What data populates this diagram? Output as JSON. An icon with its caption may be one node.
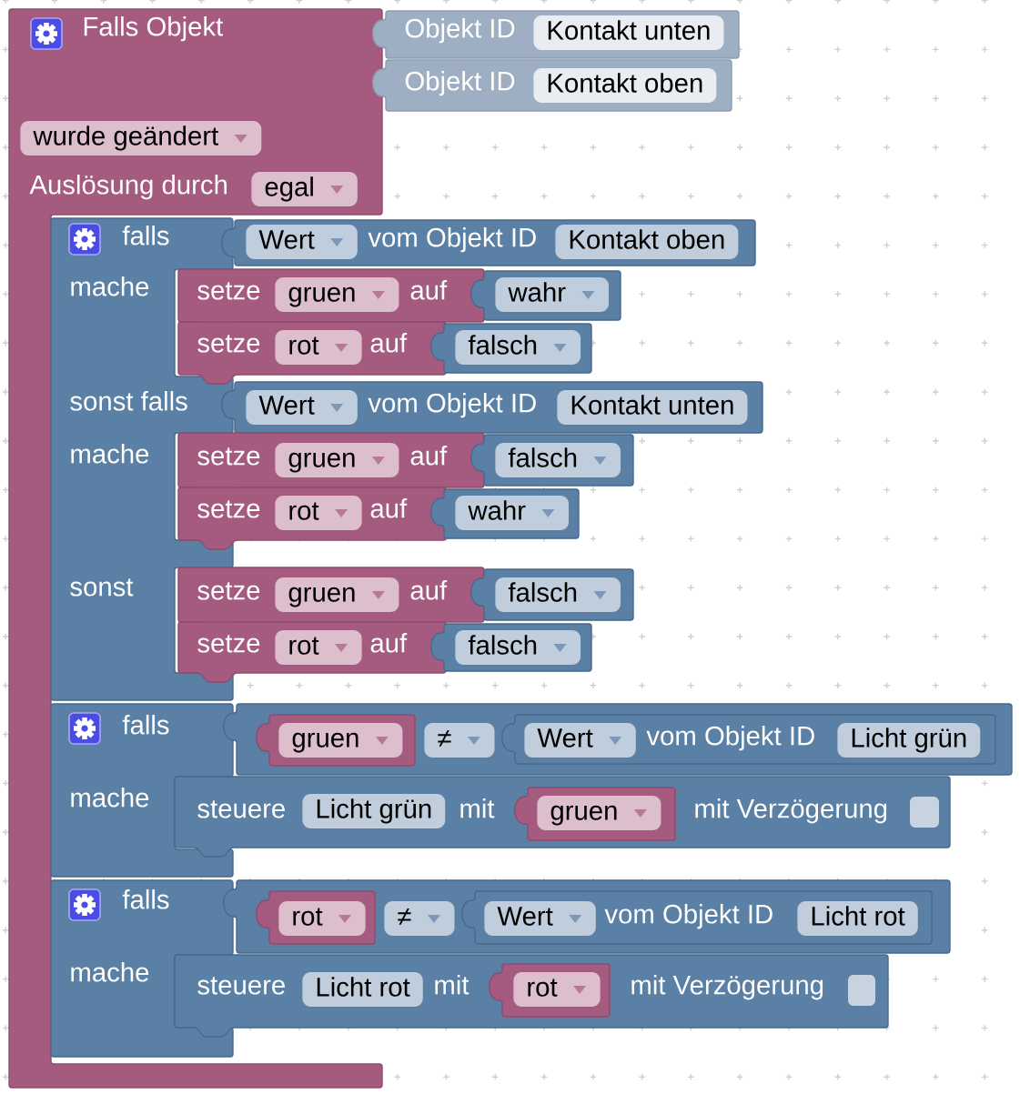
{
  "diagram": {
    "nodes": [
      {
        "text": [
          "Falls Objekt",
          "Auslösung durch"
        ]
      },
      {
        "text": [
          "Objekt ID"
        ]
      },
      {
        "text": [
          "Kontakt unten"
        ],
        "in": 1
      },
      {
        "text": [
          "Objekt ID"
        ]
      },
      {
        "text": [
          "Kontakt oben"
        ],
        "in": 3
      },
      {
        "text": [
          "wurde geändert"
        ],
        "in": 0
      },
      {
        "text": [
          "egal"
        ],
        "in": 0
      },
      {
        "text": [
          "falls",
          "mache",
          "sonst falls",
          "mache",
          "sonst"
        ],
        "in": 0
      },
      {
        "text": [
          "vom Objekt ID"
        ]
      },
      {
        "text": [
          "Wert"
        ],
        "in": 8
      },
      {
        "text": [
          "Kontakt oben"
        ],
        "in": 8
      },
      {
        "text": [
          "setze",
          "auf"
        ]
      },
      {
        "text": [
          "gruen"
        ],
        "in": 11
      },
      {
        "text": [],
        "shape": "box"
      },
      {
        "text": [
          "wahr"
        ],
        "in": 13
      },
      {
        "text": [
          "setze",
          "auf"
        ]
      },
      {
        "text": [
          "rot"
        ],
        "in": 15
      },
      {
        "text": [],
        "shape": "box"
      },
      {
        "text": [
          "falsch"
        ],
        "in": 17
      },
      {
        "text": [
          "vom Objekt ID"
        ]
      },
      {
        "text": [
          "Wert"
        ],
        "in": 19
      },
      {
        "text": [
          "Kontakt unten"
        ],
        "in": 19
      },
      {
        "text": [
          "setze",
          "auf"
        ]
      },
      {
        "text": [
          "gruen"
        ],
        "in": 22
      },
      {
        "text": [],
        "shape": "box"
      },
      {
        "text": [
          "falsch"
        ],
        "in": 24
      },
      {
        "text": [
          "setze",
          "auf"
        ]
      },
      {
        "text": [
          "rot"
        ],
        "in": 26
      },
      {
        "text": [],
        "shape": "box"
      },
      {
        "text": [
          "wahr"
        ],
        "in": 28
      },
      {
        "text": [
          "setze",
          "auf"
        ]
      },
      {
        "text": [
          "gruen"
        ],
        "in": 30
      },
      {
        "text": [],
        "shape": "box"
      },
      {
        "text": [
          "falsch"
        ],
        "in": 32
      },
      {
        "text": [
          "setze",
          "auf"
        ]
      },
      {
        "text": [
          "rot"
        ],
        "in": 34
      },
      {
        "text": [],
        "shape": "box"
      },
      {
        "text": [
          "falsch"
        ],
        "in": 36
      },
      {
        "text": [
          "falls",
          "mache"
        ],
        "in": 0
      },
      {
        "text": [],
        "shape": "box"
      },
      {
        "text": [],
        "shape": "box",
        "in": 39
      },
      {
        "text": [
          "gruen"
        ],
        "in": 40
      },
      {
        "text": [
          "≠"
        ],
        "in": 39
      },
      {
        "text": [
          "vom Objekt ID"
        ],
        "in": 39
      },
      {
        "text": [
          "Wert"
        ],
        "in": 43
      },
      {
        "text": [
          "Licht grün"
        ],
        "in": 43
      },
      {
        "text": [
          "steuere",
          "mit",
          "mit Verzögerung"
        ]
      },
      {
        "text": [
          "Licht grün"
        ],
        "in": 46
      },
      {
        "text": [],
        "shape": "box",
        "in": 46
      },
      {
        "text": [
          "gruen"
        ],
        "in": 48
      },
      {
        "text": [
          "falls",
          "mache"
        ],
        "in": 0
      },
      {
        "text": [],
        "shape": "box"
      },
      {
        "text": [],
        "shape": "box",
        "in": 51
      },
      {
        "text": [
          "rot"
        ],
        "in": 52
      },
      {
        "text": [
          "≠"
        ],
        "in": 51
      },
      {
        "text": [
          "vom Objekt ID"
        ],
        "in": 51
      },
      {
        "text": [
          "Wert"
        ],
        "in": 55
      },
      {
        "text": [
          "Licht rot"
        ],
        "in": 55
      },
      {
        "text": [
          "steuere",
          "mit",
          "mit Verzögerung"
        ]
      },
      {
        "text": [
          "Licht rot"
        ],
        "in": 58
      },
      {
        "text": [],
        "shape": "box",
        "in": 58
      },
      {
        "text": [
          "rot"
        ],
        "in": 60
      }
    ]
  }
}
